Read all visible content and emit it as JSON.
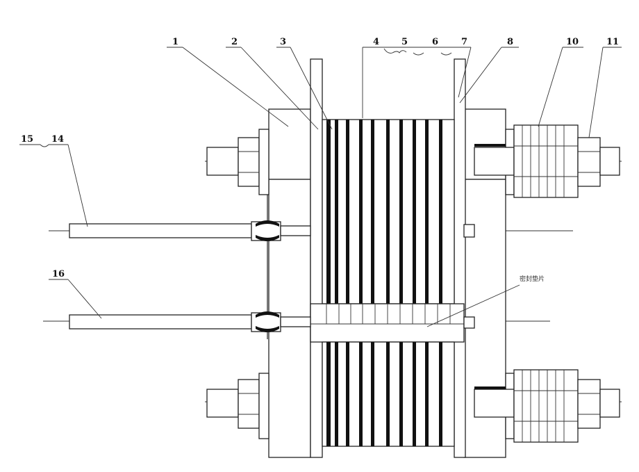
{
  "labels": {
    "l1": "1",
    "l2": "2",
    "l3": "3",
    "l4": "4",
    "l5": "5",
    "l6": "6",
    "l7": "7",
    "l8": "8",
    "l10": "10",
    "l11": "11",
    "l14": "14",
    "l15": "15",
    "l16": "16",
    "center_note": "密封垫片"
  },
  "colors": {
    "line": "#222222",
    "plate_dark": "#111111",
    "background": "#ffffff"
  }
}
